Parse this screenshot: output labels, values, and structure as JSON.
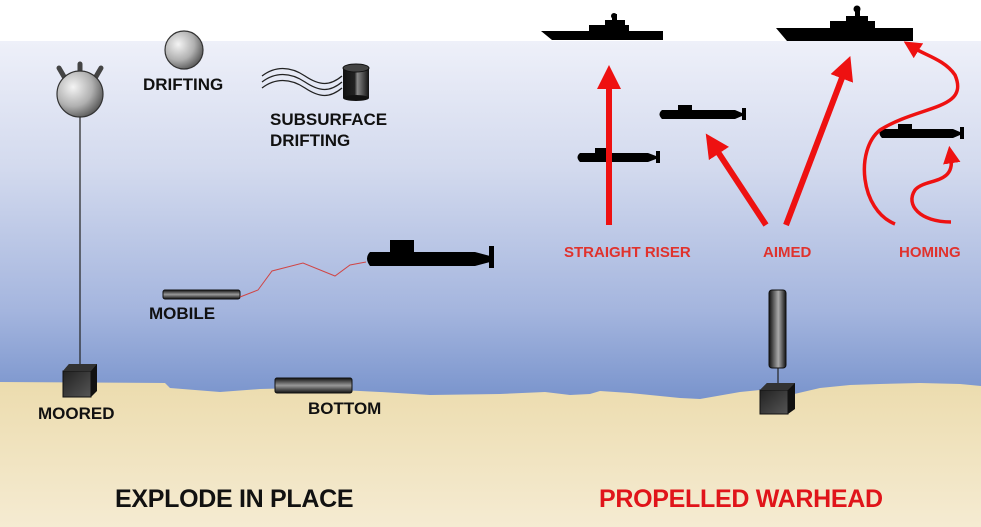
{
  "sections": {
    "explode_in_place": {
      "title": "EXPLODE IN PLACE",
      "mine_types": [
        "MOORED",
        "DRIFTING",
        "SUBSURFACE DRIFTING",
        "MOBILE",
        "BOTTOM"
      ]
    },
    "propelled_warhead": {
      "title": "PROPELLED WARHEAD",
      "attack_types": [
        "STRAIGHT RISER",
        "AIMED",
        "HOMING"
      ]
    }
  },
  "labels": {
    "moored": "MOORED",
    "drifting": "DRIFTING",
    "subsurface_1": "SUBSURFACE",
    "subsurface_2": "DRIFTING",
    "mobile": "MOBILE",
    "bottom": "BOTTOM",
    "straight_riser": "STRAIGHT RISER",
    "aimed": "AIMED",
    "homing": "HOMING",
    "explode_title": "EXPLODE IN PLACE",
    "propelled_title": "PROPELLED WARHEAD"
  },
  "colors": {
    "water_top": "#eef0f9",
    "water_bottom": "#7f98cf",
    "seabed": "#efdfb4",
    "arrow_red": "#ee1111",
    "label_red": "#e0322d",
    "title_red": "#e0141a"
  }
}
